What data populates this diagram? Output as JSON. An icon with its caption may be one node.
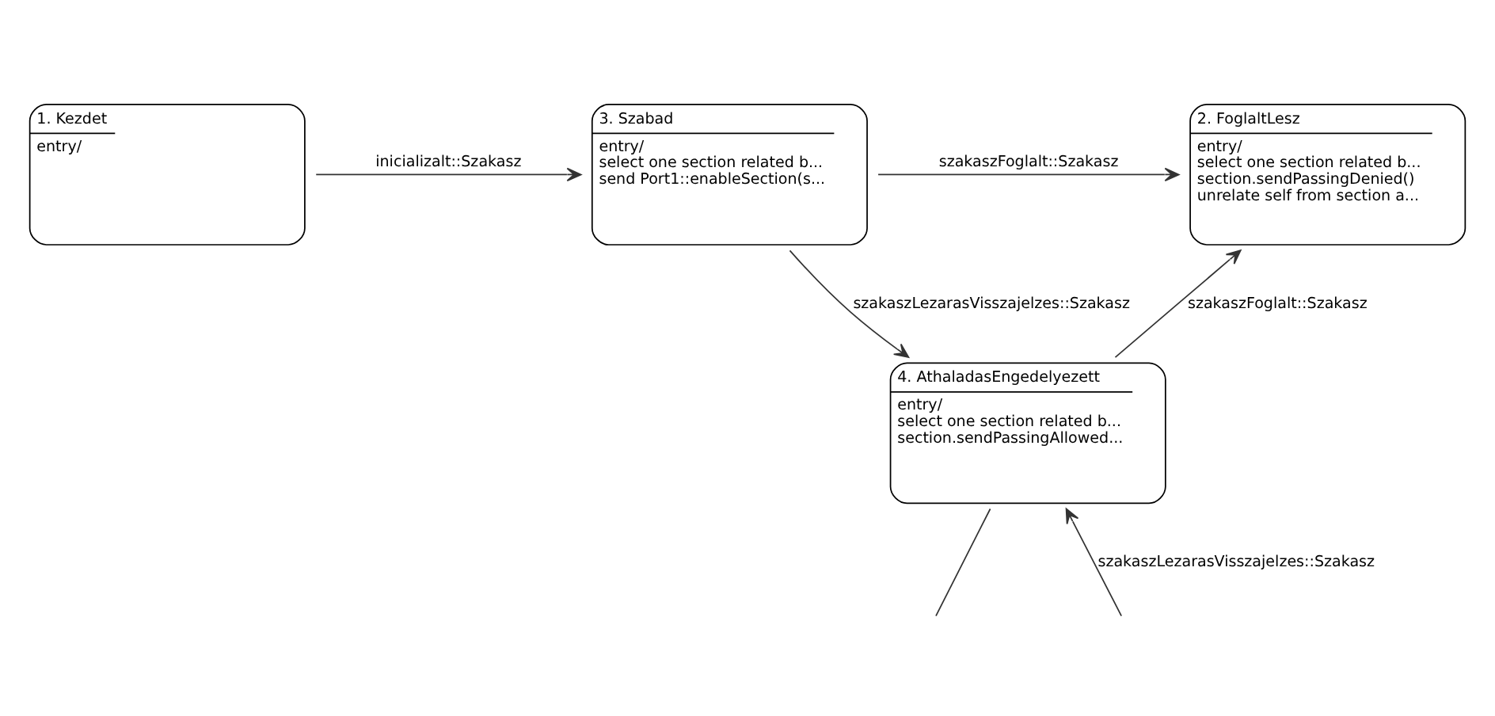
{
  "diagram": {
    "nodes": [
      {
        "text": [
          "1. Kezdet",
          "entry/"
        ]
      },
      {
        "text": [
          "3. Szabad",
          "entry/",
          "select one section related b...",
          "send Port1::enableSection(s..."
        ]
      },
      {
        "text": [
          "2. FoglaltLesz",
          "entry/",
          "select one section related b...",
          "section.sendPassingDenied()",
          "unrelate self from section a..."
        ]
      },
      {
        "text": [
          "4. AthaladasEngedelyezett",
          "entry/",
          "select one section related b...",
          "section.sendPassingAllowed..."
        ]
      }
    ],
    "edges": [
      {
        "from": 0,
        "to": 1,
        "arrow": "to",
        "label": "inicializalt::Szakasz"
      },
      {
        "from": 1,
        "to": 2,
        "arrow": "to",
        "label": "szakaszFoglalt::Szakasz"
      },
      {
        "from": 1,
        "to": 3,
        "arrow": "to",
        "label": "szakaszLezarasVisszajelzes::Szakasz"
      },
      {
        "from": 3,
        "to": 2,
        "arrow": "to",
        "label": "szakaszFoglalt::Szakasz"
      },
      {
        "from": 3,
        "to": null,
        "arrow": "none"
      },
      {
        "from": null,
        "to": 3,
        "arrow": "to",
        "label": "szakaszLezarasVisszajelzes::Szakasz"
      }
    ]
  }
}
